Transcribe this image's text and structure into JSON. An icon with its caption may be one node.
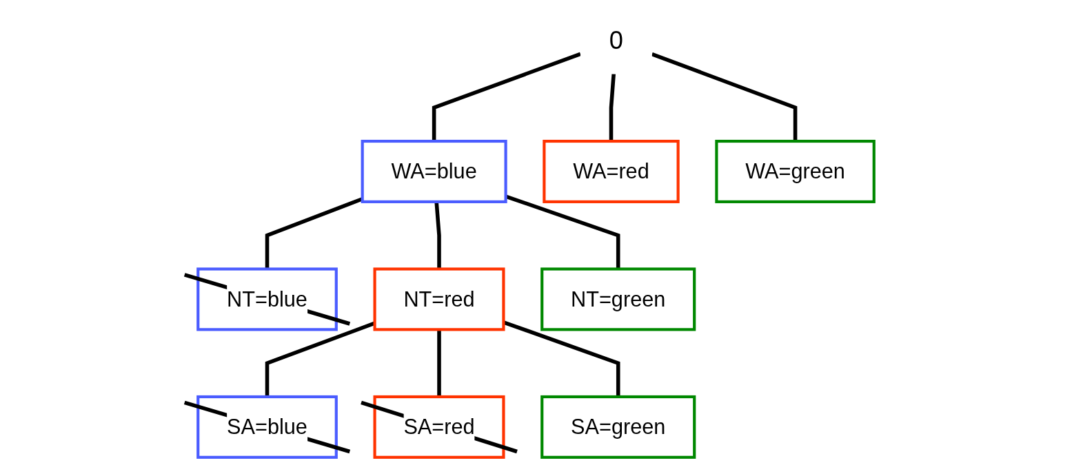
{
  "diagram": {
    "nodes": [
      {
        "text": [
          "0"
        ]
      },
      {
        "text": [
          "WA=blue"
        ]
      },
      {
        "text": [
          "WA=red"
        ]
      },
      {
        "text": [
          "WA=green"
        ]
      },
      {
        "text": [
          "NT=blue"
        ]
      },
      {
        "text": [
          "NT=red"
        ]
      },
      {
        "text": [
          "NT=green"
        ]
      },
      {
        "text": [
          "SA=blue"
        ]
      },
      {
        "text": [
          "SA=red"
        ]
      },
      {
        "text": [
          "SA=green"
        ]
      }
    ],
    "edges": [
      {
        "from": 0,
        "to": 1,
        "arrow": "none"
      },
      {
        "from": 0,
        "to": 2,
        "arrow": "none"
      },
      {
        "from": 0,
        "to": 3,
        "arrow": "none"
      },
      {
        "from": 1,
        "to": 4,
        "arrow": "none"
      },
      {
        "from": 1,
        "to": 5,
        "arrow": "none"
      },
      {
        "from": 1,
        "to": 6,
        "arrow": "none"
      },
      {
        "from": 5,
        "to": 7,
        "arrow": "none"
      },
      {
        "from": 5,
        "to": 8,
        "arrow": "none"
      },
      {
        "from": 5,
        "to": 9,
        "arrow": "none"
      }
    ]
  }
}
